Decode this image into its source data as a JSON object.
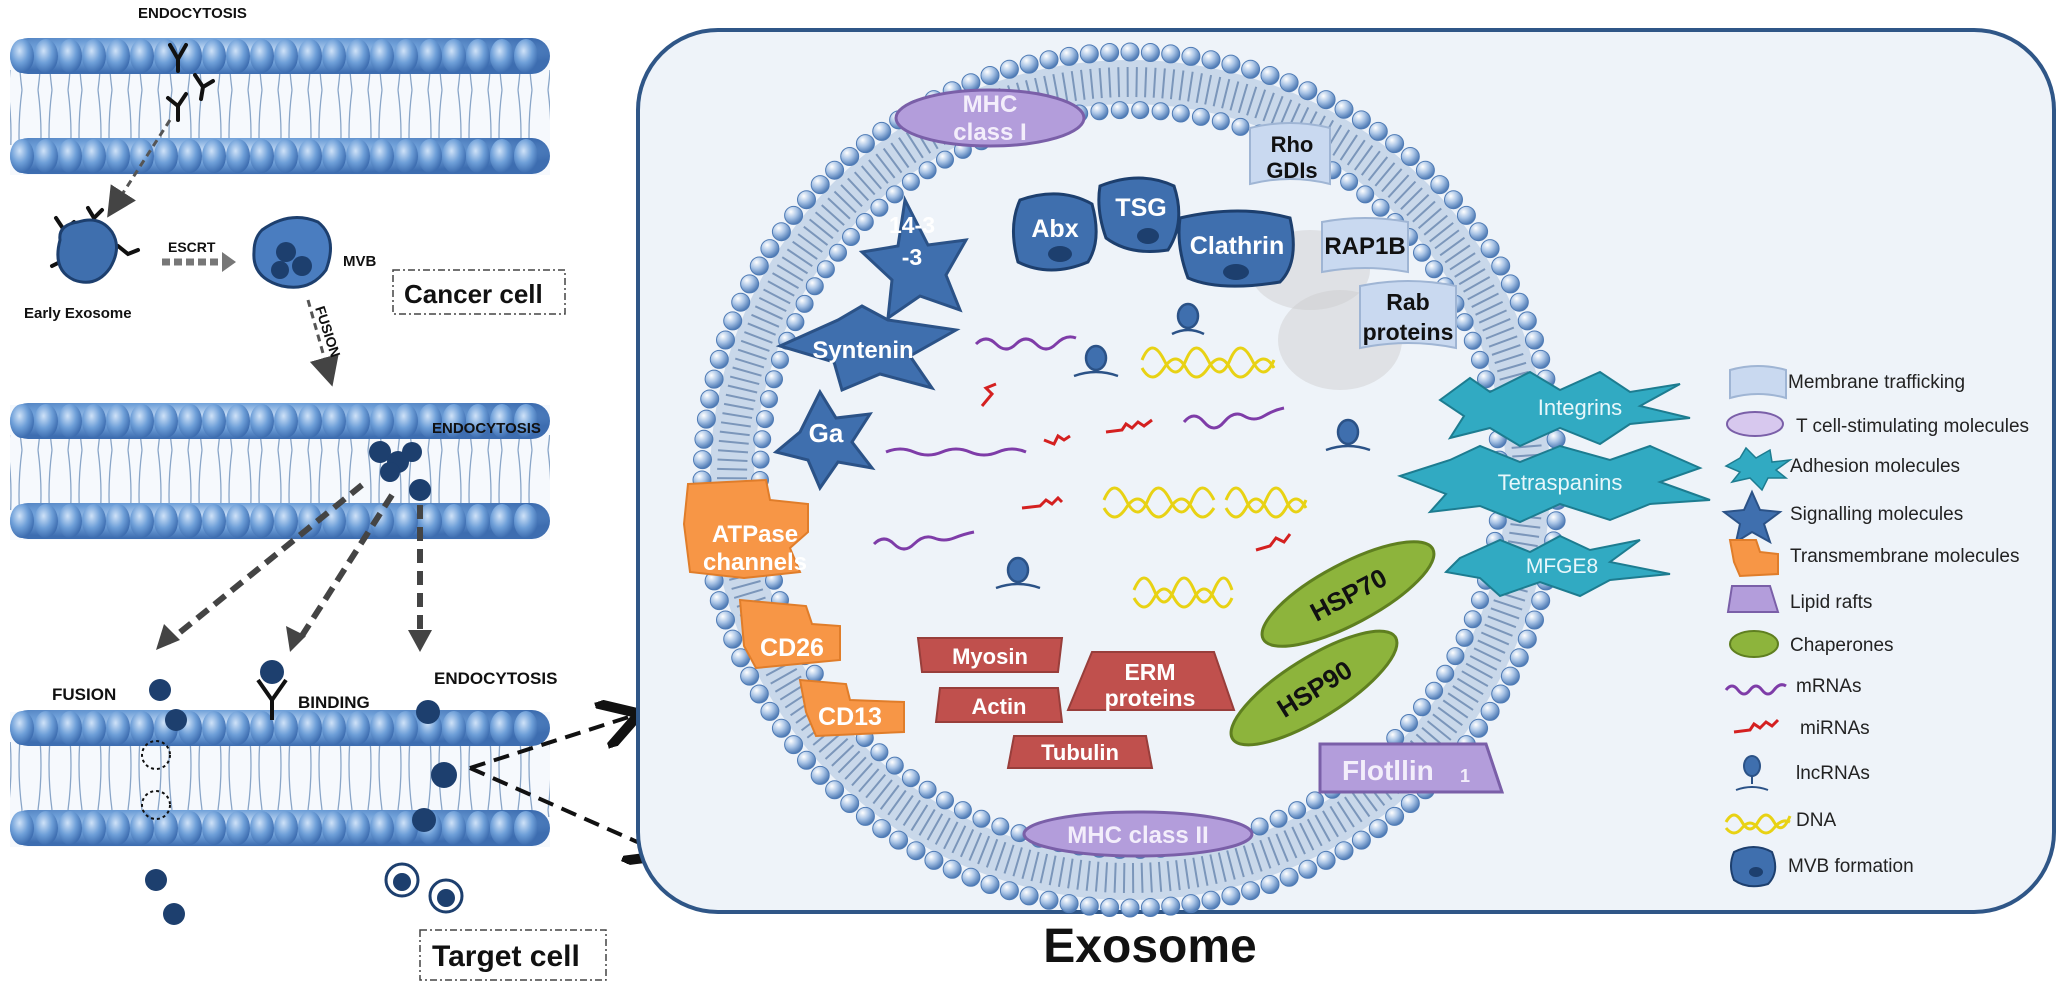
{
  "left": {
    "endocytosis_top": "ENDOCYTOSIS",
    "escrt": "ESCRT",
    "mvb": "MVB",
    "early_exosome": "Early Exosome",
    "fusion_arrow": "FUSION",
    "cancer_cell": "Cancer cell",
    "endocytosis_mid": "ENDOCYTOSIS",
    "fusion": "FUSION",
    "binding": "BINDING",
    "endocytosis_bottom": "ENDOCYTOSIS",
    "target_cell": "Target cell"
  },
  "exosome": {
    "title": "Exosome",
    "mhc1_line1": "MHC",
    "mhc1_line2": "class I",
    "mhc2": "MHC class II",
    "rho_line1": "Rho",
    "rho_line2": "GDIs",
    "rap1b": "RAP1B",
    "rab_line1": "Rab",
    "rab_line2": "proteins",
    "abx": "Abx",
    "tsg": "TSG",
    "clathrin": "Clathrin",
    "p1433_line1": "14-3",
    "p1433_line2": "-3",
    "syntenin": "Syntenin",
    "ga": "Ga",
    "atpase_line1": "ATPase",
    "atpase_line2": "channels",
    "cd26": "CD26",
    "cd13": "CD13",
    "myosin": "Myosin",
    "actin": "Actin",
    "tubulin": "Tubulin",
    "erm_line1": "ERM",
    "erm_line2": "proteins",
    "hsp70": "HSP70",
    "hsp90": "HSP90",
    "flotillin": "Flotllin",
    "flotillin_sub": "1",
    "integrins": "Integrins",
    "tetraspanins": "Tetraspanins",
    "mfge8": "MFGE8"
  },
  "legend": [
    {
      "label": "Membrane trafficking",
      "icon": "flag-icon"
    },
    {
      "label": "T cell-stimulating molecules",
      "icon": "ellipse-icon"
    },
    {
      "label": "Adhesion molecules",
      "icon": "starburst-icon"
    },
    {
      "label": "Signalling molecules",
      "icon": "star-icon"
    },
    {
      "label": "Transmembrane molecules",
      "icon": "transmembrane-icon"
    },
    {
      "label": "Lipid rafts",
      "icon": "trapezoid-icon"
    },
    {
      "label": "Chaperones",
      "icon": "oval-icon"
    },
    {
      "label": "mRNAs",
      "icon": "wave-icon"
    },
    {
      "label": "miRNAs",
      "icon": "mirna-icon"
    },
    {
      "label": "lncRNAs",
      "icon": "lncrna-icon"
    },
    {
      "label": "DNA",
      "icon": "dna-icon"
    },
    {
      "label": "MVB formation",
      "icon": "mvb-icon"
    }
  ],
  "colors": {
    "membrane_blue": "#5b8fd0",
    "dark_navy": "#1d3f6e",
    "cyto_bg": "#eef3f9",
    "mhc_purple": "#b39ddb",
    "orange": "#f79646",
    "red_box": "#c0504d",
    "green": "#8db43c",
    "teal": "#31aac2",
    "mrna_purple": "#7e3ca8",
    "mirna_red": "#d42020",
    "dna_yellow": "#e8d214"
  }
}
